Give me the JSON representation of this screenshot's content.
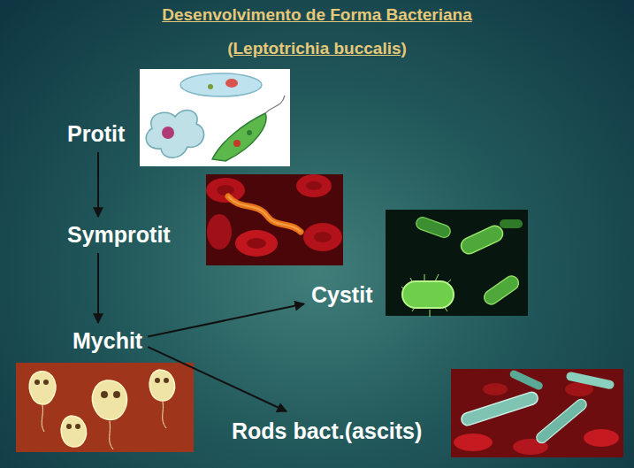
{
  "diagram": {
    "title": "Desenvolvimento de Forma Bacteriana",
    "nodes": [
      {
        "text": [
          "Protit"
        ]
      },
      {
        "text": [
          "Symprotit"
        ]
      },
      {
        "text": [
          "Mychit"
        ]
      },
      {
        "text": [
          "Cystit"
        ]
      },
      {
        "text": [
          "Rods bact.(ascits)"
        ]
      }
    ],
    "edges": [
      {
        "from": 0,
        "to": 1,
        "arrow": "to"
      },
      {
        "from": 1,
        "to": 2,
        "arrow": "to"
      },
      {
        "from": 2,
        "to": 3,
        "arrow": "to"
      },
      {
        "from": 2,
        "to": 4,
        "arrow": "to"
      }
    ],
    "labels": [
      "(Leptotrichia buccalis)"
    ]
  }
}
